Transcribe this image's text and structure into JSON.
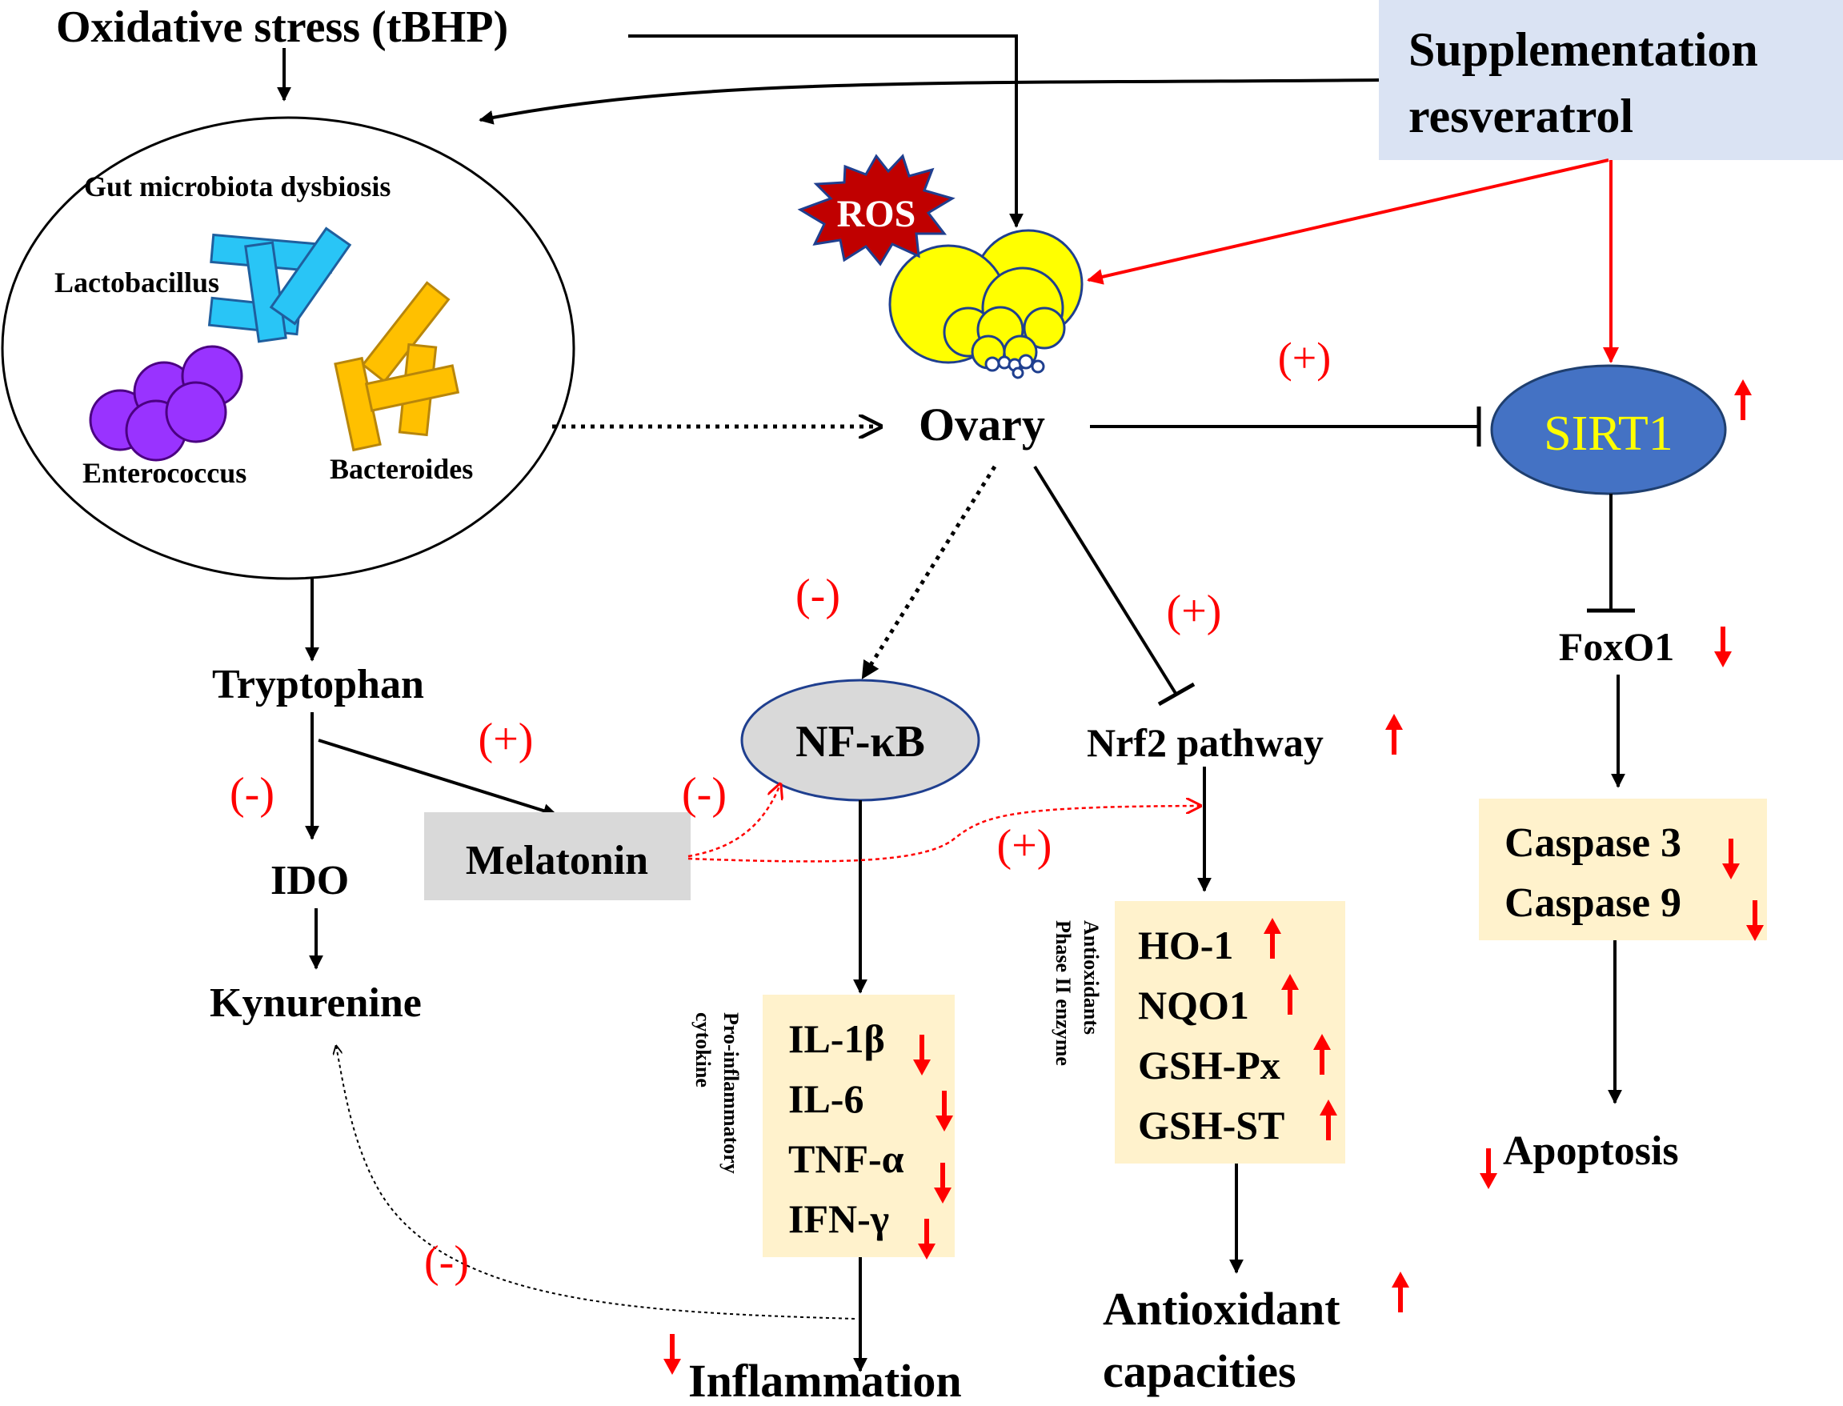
{
  "inputs": {
    "stress": "Oxidative stress (tBHP)",
    "supplement_line1": "Supplementation",
    "supplement_line2": "resveratrol"
  },
  "gut": {
    "title": "Gut microbiota dysbiosis",
    "bacteria": [
      "Lactobacillus",
      "Enterococcus",
      "Bacteroides"
    ]
  },
  "ovary": {
    "ros": "ROS",
    "label": "Ovary"
  },
  "sirt1_pathway": {
    "sirt1": "SIRT1",
    "foxo1": "FoxO1",
    "caspases": [
      "Caspase 3",
      "Caspase 9"
    ],
    "outcome": "Apoptosis"
  },
  "tryptophan_pathway": {
    "tryptophan": "Tryptophan",
    "ido": "IDO",
    "kynurenine": "Kynurenine",
    "melatonin": "Melatonin"
  },
  "nfkb_pathway": {
    "nfkb": "NF-κB",
    "side_label_line1": "Pro-inflammatory",
    "side_label_line2": "cytokine",
    "cytokines": [
      "IL-1β",
      "IL-6",
      "TNF-α",
      "IFN-γ"
    ],
    "outcome": "Inflammation"
  },
  "nrf2_pathway": {
    "nrf2": "Nrf2 pathway",
    "side_label_line1": "Antioxidants",
    "side_label_line2": "Phase II enzyme",
    "enzymes": [
      "HO-1",
      "NQO1",
      "GSH-Px",
      "GSH-ST"
    ],
    "outcome_line1": "Antioxidant",
    "outcome_line2": "capacities"
  },
  "effect_signs": {
    "ovary_sirt1": "(+)",
    "ovary_nfkb": "(-)",
    "ovary_nrf2": "(+)",
    "tryptophan_ido": "(-)",
    "tryptophan_melatonin": "(+)",
    "melatonin_nfkb": "(-)",
    "melatonin_nrf2": "(+)",
    "inflammation_kynurenine": "(-)"
  },
  "colors": {
    "promote_arrow": "#ff0000",
    "pathway_arrow": "#000000",
    "supplement_box": "#dae3f3",
    "result_box": "#fff2cc",
    "melatonin_box": "#d9d9d9",
    "sirt1_fill": "#4472c4",
    "nfkb_fill": "#d9d9d9",
    "ros_fill": "#c00000",
    "follicle_fill": "#ffff00",
    "lactobacillus": "#29c5f6",
    "enterococcus": "#9933ff",
    "bacteroides": "#ffc000"
  },
  "icons": {
    "trend_up": "red-up-arrow",
    "trend_down": "red-down-arrow"
  }
}
